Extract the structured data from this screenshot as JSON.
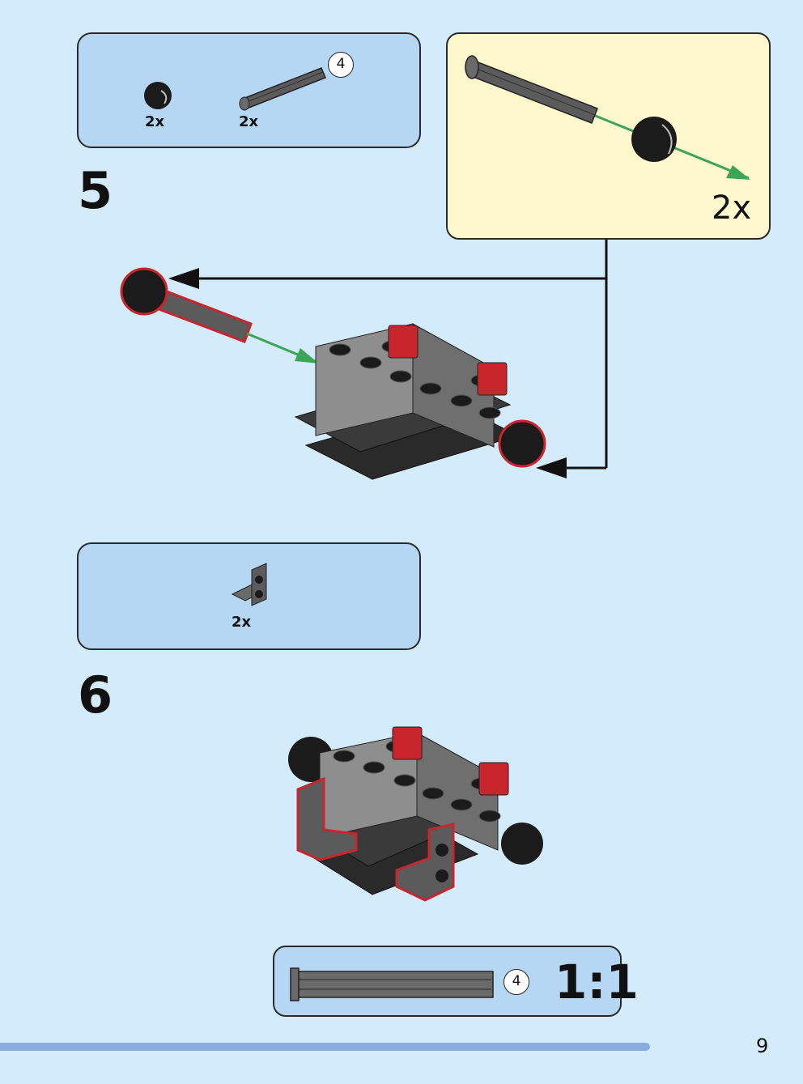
{
  "step5": {
    "number": "5",
    "parts": [
      {
        "qty": "2x",
        "icon": "ball-joint-icon"
      },
      {
        "qty": "2x",
        "icon": "axle-icon",
        "length_label": "4"
      }
    ],
    "callout": {
      "qty": "2x"
    }
  },
  "step6": {
    "number": "6",
    "parts": [
      {
        "qty": "2x",
        "icon": "bracket-icon"
      }
    ]
  },
  "scale_check": {
    "length_label": "4",
    "scale": "1:1"
  },
  "footer": {
    "page_number": "9",
    "progress_fraction": 0.9
  },
  "colors": {
    "background": "#d4ebfb",
    "parts_box": "#b5d7f3",
    "callout": "#fff8cc",
    "highlight": "#c8252c",
    "arrow_green": "#3aa655",
    "progress": "#88aee0"
  }
}
